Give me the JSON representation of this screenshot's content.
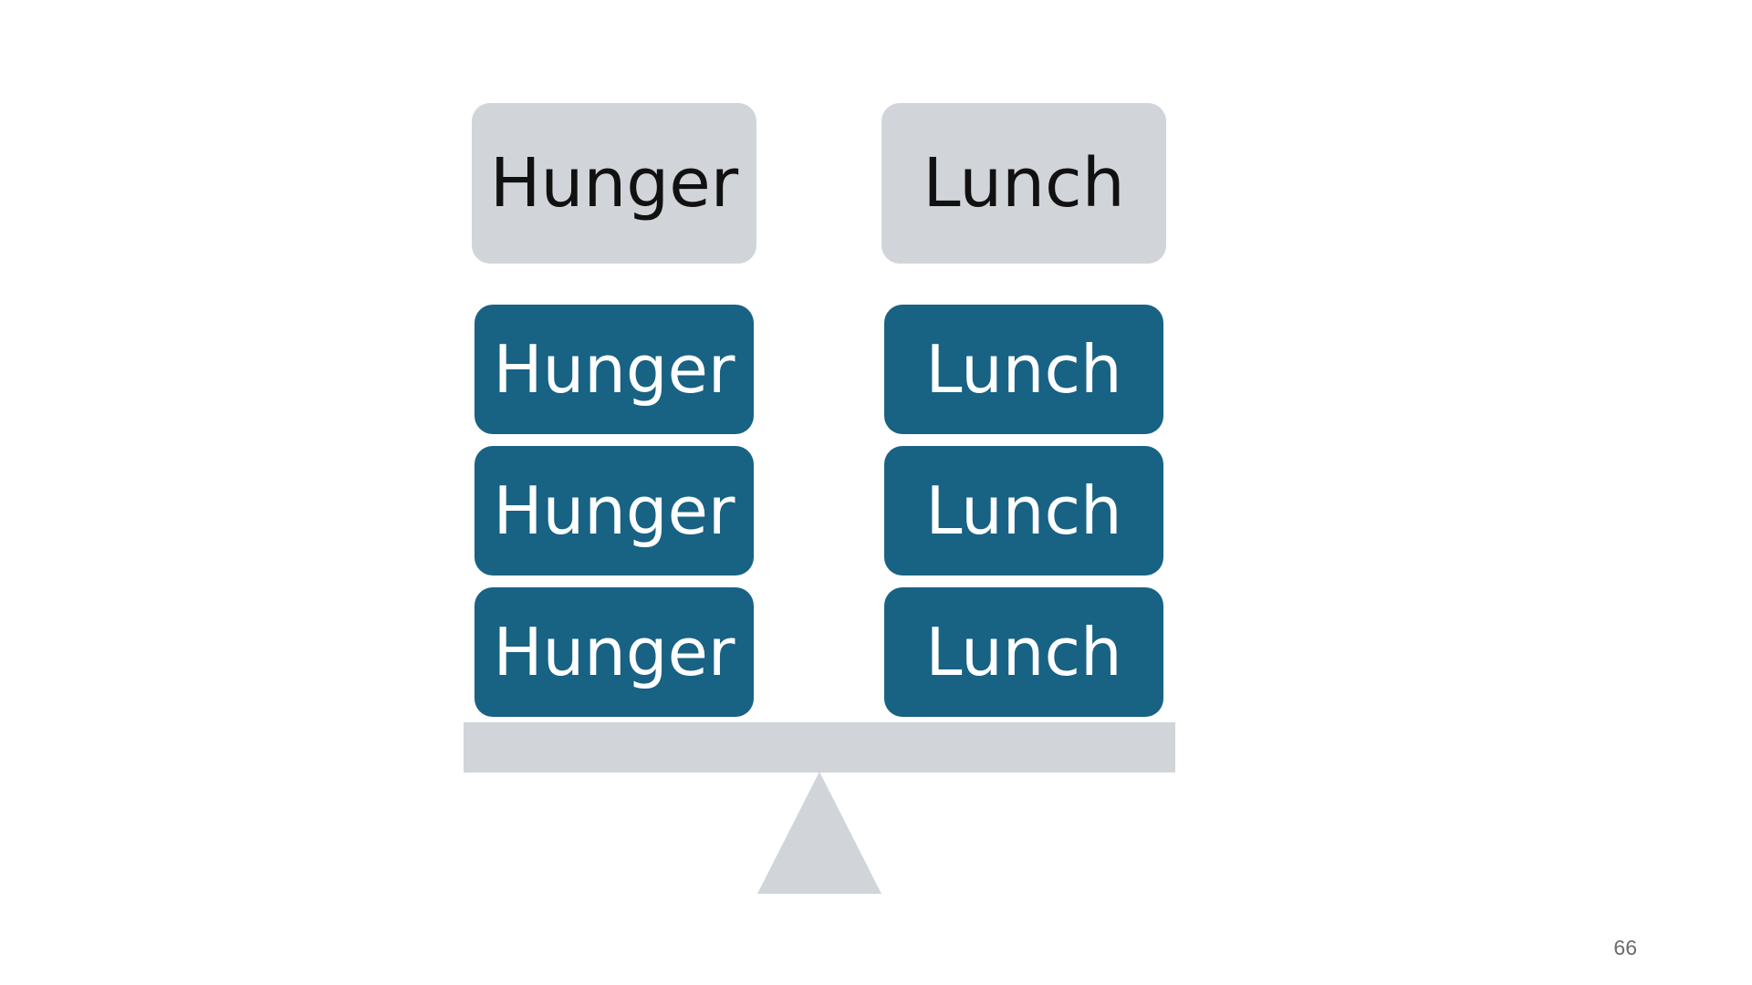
{
  "left_column": {
    "header": "Hunger",
    "stack": [
      "Hunger",
      "Hunger",
      "Hunger"
    ]
  },
  "right_column": {
    "header": "Lunch",
    "stack": [
      "Lunch",
      "Lunch",
      "Lunch"
    ]
  },
  "page_number": "66",
  "colors": {
    "header_fill": "#d1d5d9",
    "stack_fill": "#186284",
    "scale_fill": "#d1d5d9",
    "header_text": "#111111",
    "stack_text": "#ffffff"
  }
}
